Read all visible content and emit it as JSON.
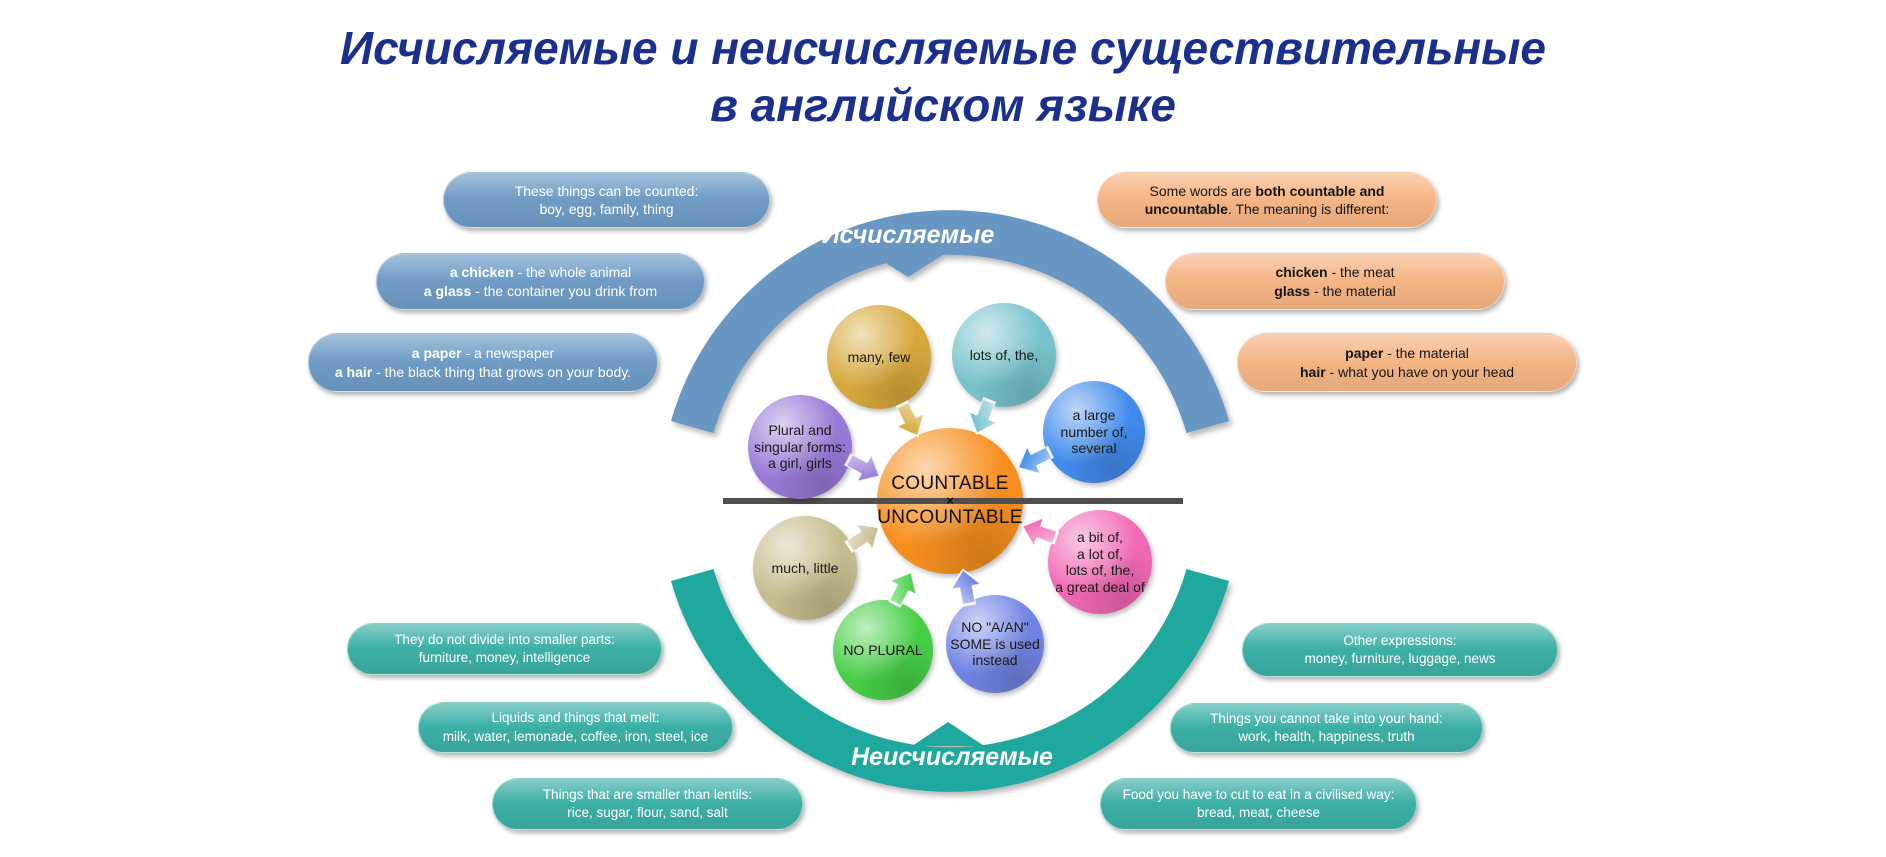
{
  "title": {
    "text": "Исчисляемые и неисчисляемые существительные\nв английском языке",
    "color": "#1b2f8d"
  },
  "arcs": {
    "top": {
      "label": "Исчисляемые",
      "color": "#6897c4"
    },
    "bottom": {
      "label": "Неисчисляемые",
      "color": "#1fa99e"
    }
  },
  "center": {
    "line1": "COUNTABLE",
    "separator": "×",
    "line2": "UNCOUNTABLE",
    "color": "#f78f1e"
  },
  "line": {
    "color": "#4f4f4f"
  },
  "circles": [
    {
      "name": "many-few",
      "text": "many, few",
      "color": "#d6a83a"
    },
    {
      "name": "lots-of-the",
      "text": "lots of, the,",
      "color": "#77c2cc"
    },
    {
      "name": "a-large-number",
      "text": "a large\nnumber of,\nseveral",
      "color": "#418bec"
    },
    {
      "name": "plural-singular-forms",
      "text": "Plural and\nsingular forms:\na girl, girls",
      "color": "#9779d6"
    },
    {
      "name": "much-little",
      "text": "much, little",
      "color": "#c5bc8c"
    },
    {
      "name": "a-bit-of",
      "text": "a bit of,\na lot of,\nlots of, the,\na great deal of",
      "color": "#f168b4"
    },
    {
      "name": "no-plural",
      "text": "NO PLURAL",
      "color": "#46cf46"
    },
    {
      "name": "no-a-an",
      "text": "NO \"A/AN\"\nSOME is used\ninstead",
      "color": "#7083e2"
    }
  ],
  "box_styles": {
    "countable": {
      "color": "#6f9cc6",
      "text_color": "#ffffff"
    },
    "both": {
      "color": "#f5b584",
      "text_color": "#151515"
    },
    "uncountable": {
      "color": "#3cb0a6",
      "text_color": "#ffffff"
    }
  },
  "boxes": {
    "countable_left": [
      {
        "lines": [
          [
            {
              "t": "These things can be counted:"
            }
          ],
          [
            {
              "t": "boy, egg, family, thing"
            }
          ]
        ]
      },
      {
        "lines": [
          [
            {
              "t": "a chicken",
              "b": true
            },
            {
              "t": " - the whole animal"
            }
          ],
          [
            {
              "t": "a glass",
              "b": true
            },
            {
              "t": " - the container you drink from"
            }
          ]
        ]
      },
      {
        "lines": [
          [
            {
              "t": "a paper",
              "b": true
            },
            {
              "t": " -  a newspaper"
            }
          ],
          [
            {
              "t": "a hair",
              "b": true
            },
            {
              "t": " - the black thing that grows on your body."
            }
          ]
        ]
      }
    ],
    "both_right": [
      {
        "lines": [
          [
            {
              "t": "Some words are "
            },
            {
              "t": "both countable and",
              "b": true
            }
          ],
          [
            {
              "t": "uncountable",
              "b": true
            },
            {
              "t": ". The meaning is different:"
            }
          ]
        ]
      },
      {
        "lines": [
          [
            {
              "t": "chicken",
              "b": true
            },
            {
              "t": " - the meat"
            }
          ],
          [
            {
              "t": "glass",
              "b": true
            },
            {
              "t": " - the material"
            }
          ]
        ]
      },
      {
        "lines": [
          [
            {
              "t": "paper",
              "b": true
            },
            {
              "t": " - the material"
            }
          ],
          [
            {
              "t": "hair",
              "b": true
            },
            {
              "t": " - what you have on your head"
            }
          ]
        ]
      }
    ],
    "uncountable_left": [
      {
        "lines": [
          [
            {
              "t": "They do not divide into smaller parts:"
            }
          ],
          [
            {
              "t": "furniture, money, intelligence"
            }
          ]
        ]
      },
      {
        "lines": [
          [
            {
              "t": "Liquids and things that melt:"
            }
          ],
          [
            {
              "t": "milk, water, lemonade, coffee, iron, steel, ice"
            }
          ]
        ]
      },
      {
        "lines": [
          [
            {
              "t": "Things that are smaller than lentils:"
            }
          ],
          [
            {
              "t": "rice, sugar, flour, sand, salt"
            }
          ]
        ]
      }
    ],
    "uncountable_right": [
      {
        "lines": [
          [
            {
              "t": "Other expressions:"
            }
          ],
          [
            {
              "t": "money, furniture, luggage, news"
            }
          ]
        ]
      },
      {
        "lines": [
          [
            {
              "t": "Things you cannot take into your hand:"
            }
          ],
          [
            {
              "t": "work, health, happiness, truth"
            }
          ]
        ]
      },
      {
        "lines": [
          [
            {
              "t": "Food you have to cut to eat in a civilised way:"
            }
          ],
          [
            {
              "t": "bread, meat, cheese"
            }
          ]
        ]
      }
    ]
  }
}
